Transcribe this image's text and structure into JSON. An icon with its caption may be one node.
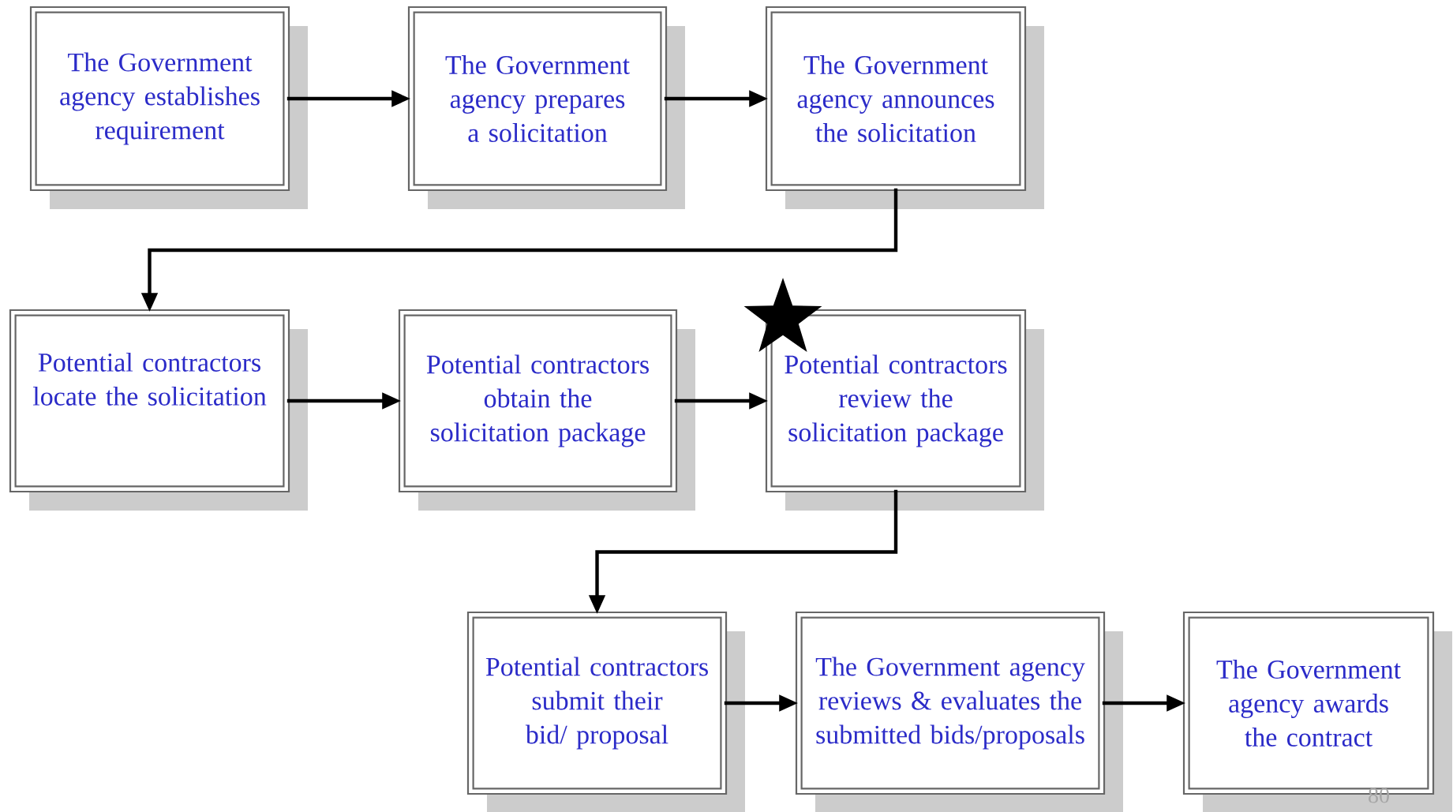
{
  "diagram": {
    "nodes": [
      {
        "text": [
          "The Government agency establishes requirement"
        ]
      },
      {
        "text": [
          "The Government agency prepares a solicitation"
        ]
      },
      {
        "text": [
          "The Government agency announces the solicitation"
        ]
      },
      {
        "text": [
          "Potential contractors locate the solicitation"
        ]
      },
      {
        "text": [
          "Potential contractors obtain the solicitation package"
        ]
      },
      {
        "text": [
          "Potential contractors review the solicitation package"
        ]
      },
      {
        "text": [
          "Potential contractors submit their bid/ proposal"
        ]
      },
      {
        "text": [
          "The Government agency reviews & evaluates the submitted bids/proposals"
        ]
      },
      {
        "text": [
          "The Government agency awards the contract"
        ]
      }
    ],
    "edges": [
      {
        "from": 0,
        "to": 1,
        "arrow": "to"
      },
      {
        "from": 1,
        "to": 2,
        "arrow": "to"
      },
      {
        "from": 2,
        "to": 3,
        "arrow": "to"
      },
      {
        "from": 3,
        "to": 4,
        "arrow": "to"
      },
      {
        "from": 4,
        "to": 5,
        "arrow": "to"
      },
      {
        "from": 5,
        "to": 6,
        "arrow": "to"
      },
      {
        "from": 6,
        "to": 7,
        "arrow": "to"
      },
      {
        "from": 7,
        "to": 8,
        "arrow": "to"
      }
    ],
    "labels": [
      "80"
    ]
  }
}
